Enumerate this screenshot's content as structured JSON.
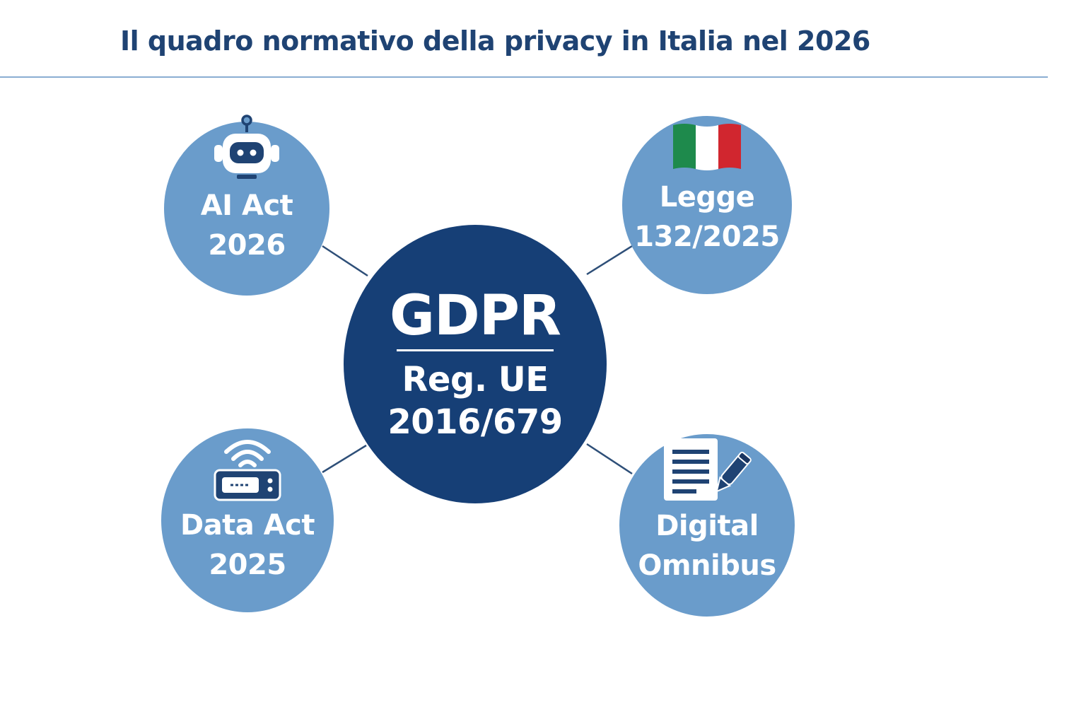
{
  "title": "Il quadro normativo della privacy in Italia nel 2026",
  "colors": {
    "title": "#1f4373",
    "center_fill": "#163f76",
    "node_fill": "#6a9ccb",
    "connector": "#2e4f78",
    "rule": "#8aaed2"
  },
  "center": {
    "title": "GDPR",
    "line1": "Reg. UE",
    "line2": "2016/679"
  },
  "nodes": {
    "ai_act": {
      "line1": "AI Act",
      "line2": "2026",
      "icon": "robot-icon"
    },
    "legge": {
      "line1": "Legge",
      "line2": "132/2025",
      "icon": "italian-flag-icon"
    },
    "data_act": {
      "line1": "Data Act",
      "line2": "2025",
      "icon": "wifi-device-icon"
    },
    "digital_omnibus": {
      "line1": "Digital",
      "line2": "Omnibus",
      "icon": "document-pen-icon"
    }
  }
}
